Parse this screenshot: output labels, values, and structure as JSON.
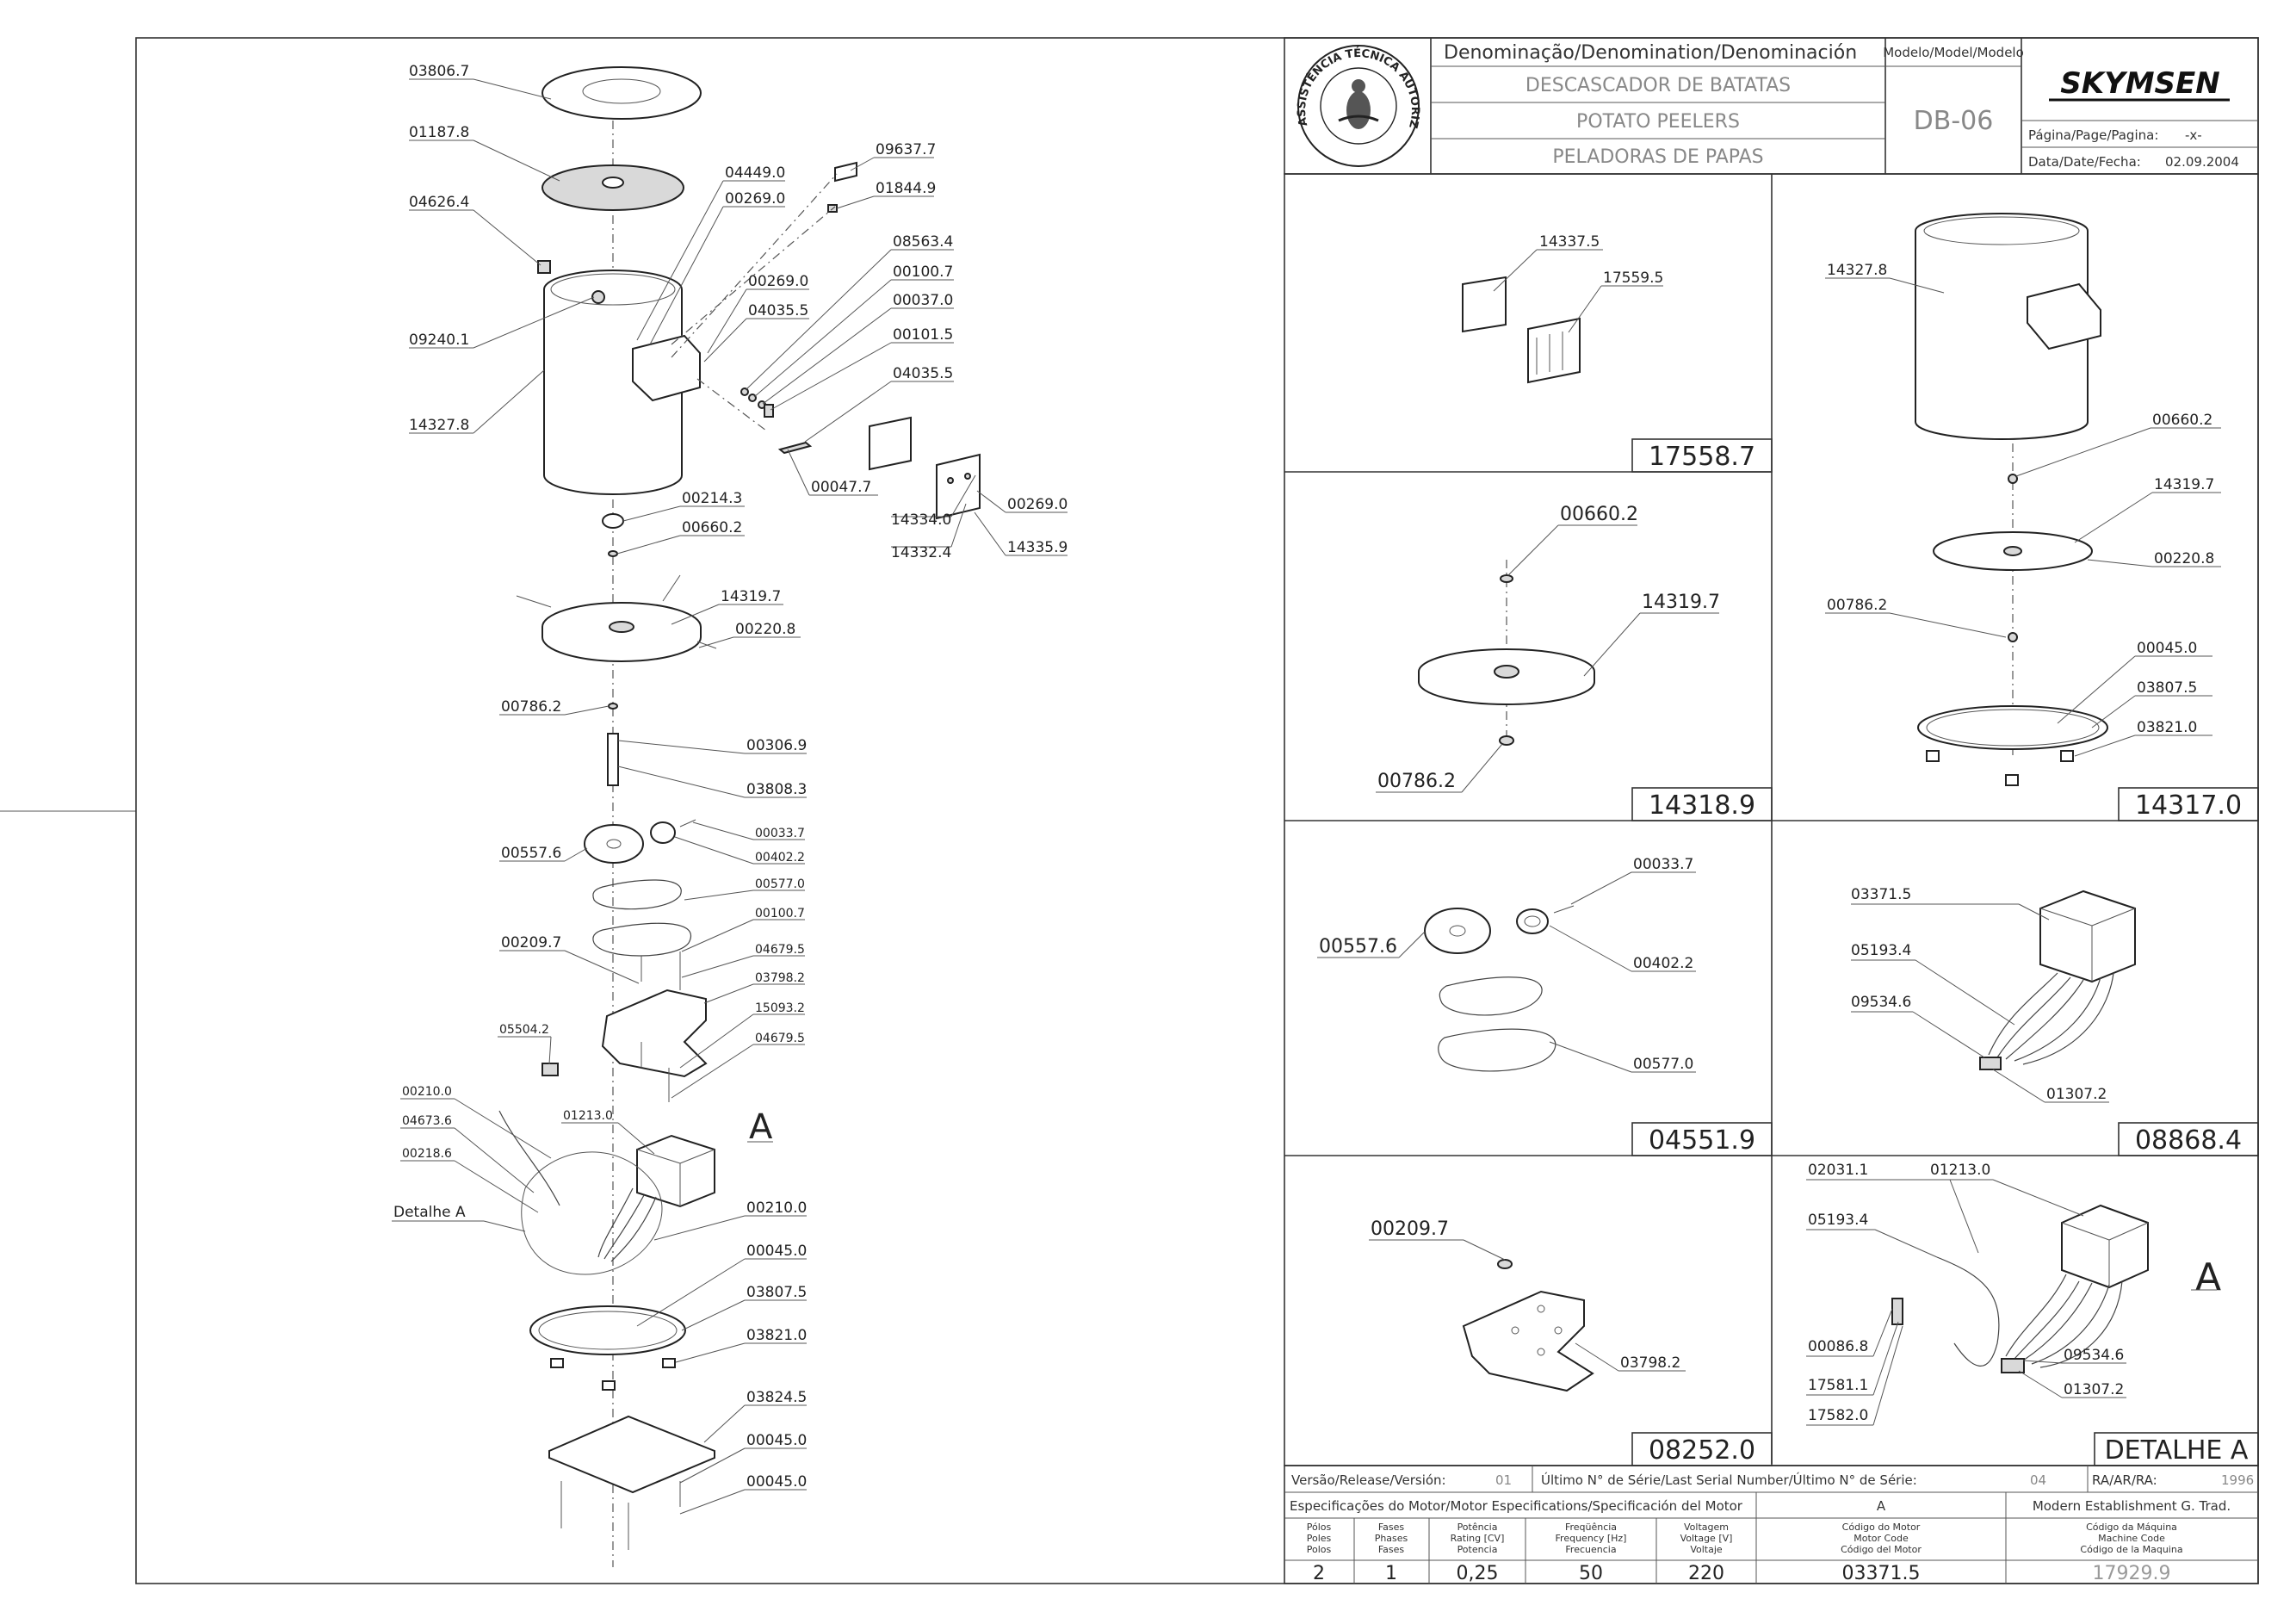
{
  "title_block": {
    "denomination_label": "Denominação/Denomination/Denominación",
    "name_pt": "DESCASCADOR DE BATATAS",
    "name_en": "POTATO PEELERS",
    "name_es": "PELADORAS DE PAPAS",
    "model_label": "Modelo/Model/Modelo",
    "model": "DB-06",
    "brand": "SKYMSEN",
    "page_label": "Página/Page/Pagina:",
    "page_value": "-x-",
    "date_label": "Data/Date/Fecha:",
    "date_value": "02.09.2004",
    "seal_text": "ASSISTÊNCIA TÉCNICA AUTORIZADA"
  },
  "exploded_view": {
    "labels": [
      "03806.7",
      "01187.8",
      "04626.4",
      "09240.1",
      "14327.8",
      "04449.0",
      "00269.0",
      "09637.7",
      "01844.9",
      "00269.0",
      "04035.5",
      "08563.4",
      "00100.7",
      "00037.0",
      "00101.5",
      "04035.5",
      "00047.7",
      "14334.0",
      "14332.4",
      "00269.0",
      "14335.9",
      "00214.3",
      "00660.2",
      "14319.7",
      "00220.8",
      "00786.2",
      "00306.9",
      "03808.3",
      "00557.6",
      "00033.7",
      "00402.2",
      "00577.0",
      "00100.7",
      "00209.7",
      "04679.5",
      "03798.2",
      "15093.2",
      "04679.5",
      "05504.2",
      "00210.0",
      "04673.6",
      "01213.0",
      "00218.6",
      "Detalhe A",
      "00210.0",
      "00045.0",
      "03807.5",
      "03821.0",
      "03824.5",
      "00045.0",
      "00045.0"
    ],
    "detail_marker": "A"
  },
  "panels": {
    "p1": {
      "id": "17558.7",
      "labels": [
        "14337.5",
        "17559.5"
      ]
    },
    "p2": {
      "id": "14317.0",
      "labels": [
        "14327.8",
        "00660.2",
        "14319.7",
        "00220.8",
        "00786.2",
        "00045.0",
        "03807.5",
        "03821.0"
      ]
    },
    "p3": {
      "id": "14318.9",
      "labels": [
        "00660.2",
        "14319.7",
        "00786.2"
      ]
    },
    "p4": {
      "id": "04551.9",
      "labels": [
        "00033.7",
        "00557.6",
        "00402.2",
        "00577.0"
      ]
    },
    "p5": {
      "id": "08868.4",
      "labels": [
        "03371.5",
        "05193.4",
        "09534.6",
        "01307.2"
      ]
    },
    "p6": {
      "id": "08252.0",
      "labels": [
        "00209.7",
        "03798.2"
      ]
    },
    "p7": {
      "id": "DETALHE A",
      "marker": "A",
      "labels": [
        "02031.1",
        "01213.0",
        "05193.4",
        "00086.8",
        "09534.6",
        "17581.1",
        "01307.2",
        "17582.0"
      ]
    }
  },
  "footer": {
    "release_label": "Versão/Release/Versión:",
    "release_value": "01",
    "serial_label": "Último N° de Série/Last Serial Number/Último N° de Série:",
    "serial_value": "04",
    "ra_label": "RA/AR/RA:",
    "ra_value": "1996",
    "motor_spec_label": "Especificações do Motor/Motor Especifications/Specificación del Motor",
    "motor_ref": "A",
    "company": "Modern Establishment G. Trad.",
    "headers": [
      [
        "Pólos",
        "Poles",
        "Polos"
      ],
      [
        "Fases",
        "Phases",
        "Fases"
      ],
      [
        "Potência",
        "Rating [CV]",
        "Potencia"
      ],
      [
        "Freqüência",
        "Frequency [Hz]",
        "Frecuencia"
      ],
      [
        "Voltagem",
        "Voltage [V]",
        "Voltaje"
      ],
      [
        "Código do Motor",
        "Motor Code",
        "Código del Motor"
      ],
      [
        "Código da Máquina",
        "Machine Code",
        "Código de la Maquina"
      ]
    ],
    "values": [
      "2",
      "1",
      "0,25",
      "50",
      "220",
      "03371.5",
      "17929.9"
    ]
  }
}
